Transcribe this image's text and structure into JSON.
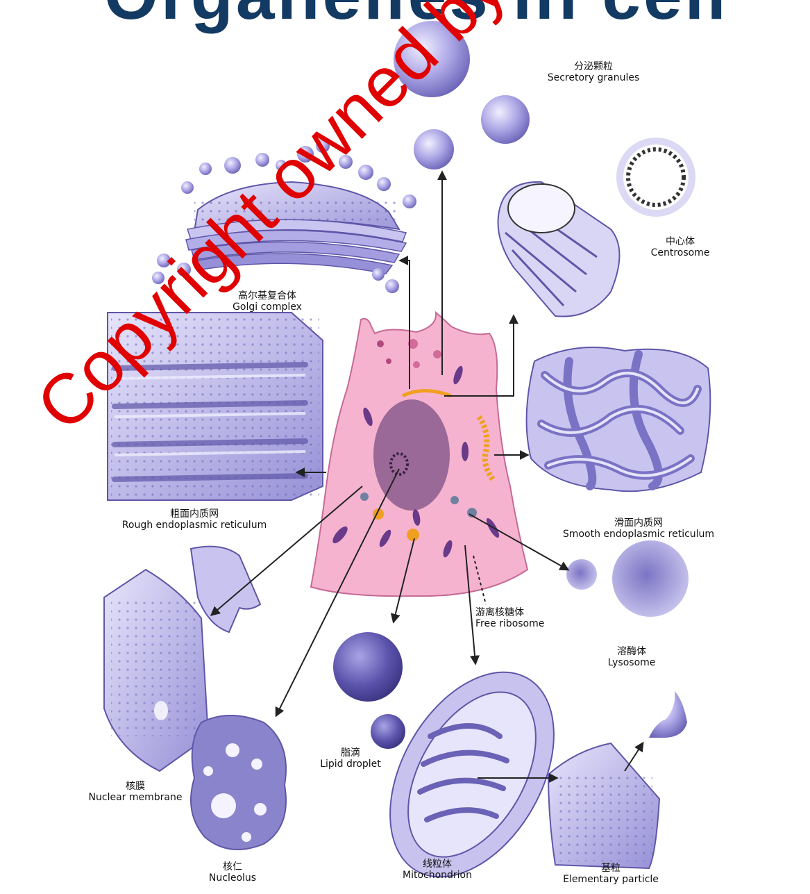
{
  "title_partial": "Organelles in cell",
  "watermark": "Copyright owned by Prof. WANG Hao",
  "labels": {
    "secretory": {
      "zh": "分泌颗粒",
      "en": "Secretory granules"
    },
    "golgi": {
      "zh": "高尔基复合体",
      "en": "Golgi complex"
    },
    "centrosome": {
      "zh": "中心体",
      "en": "Centrosome"
    },
    "rer": {
      "zh": "粗面内质网",
      "en": "Rough endoplasmic reticulum"
    },
    "ser": {
      "zh": "滑面内质网",
      "en": "Smooth endoplasmic reticulum"
    },
    "ribosome": {
      "zh": "游离核糖体",
      "en": "Free ribosome"
    },
    "lysosome": {
      "zh": "溶酶体",
      "en": "Lysosome"
    },
    "nuclear_membrane": {
      "zh": "核膜",
      "en": "Nuclear membrane"
    },
    "lipid": {
      "zh": "脂滴",
      "en": "Lipid droplet"
    },
    "nucleolus": {
      "zh": "核仁",
      "en": "Nucleolus"
    },
    "mitochondrion": {
      "zh": "线粒体",
      "en": "Mitochondrion"
    },
    "elementary": {
      "zh": "基粒",
      "en": "Elementary particle"
    }
  },
  "colors": {
    "organelle": "#9c97d8",
    "organelle_dark": "#5f56a8",
    "cell": "#f3a9c8",
    "arrow": "#222222",
    "watermark": "#e00000",
    "title": "#123a63"
  }
}
